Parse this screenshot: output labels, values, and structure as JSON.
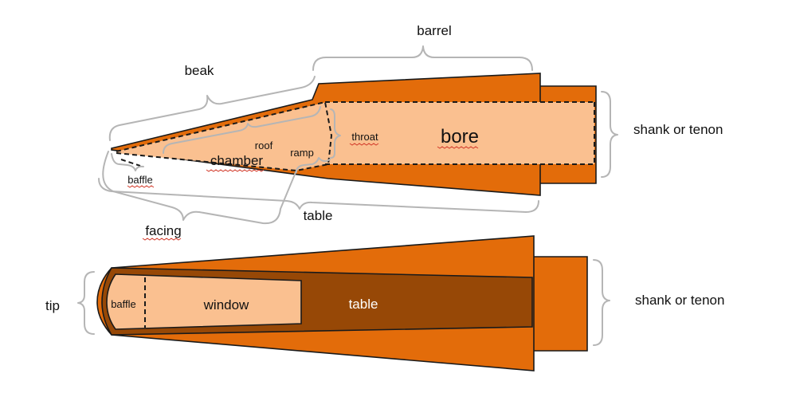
{
  "side_view": {
    "labels": {
      "barrel": "barrel",
      "beak": "beak",
      "shank": "shank or tenon",
      "bore": "bore",
      "throat": "throat",
      "roof": "roof",
      "chamber": "chamber",
      "ramp": "ramp",
      "baffle": "baffle",
      "facing": "facing",
      "table": "table"
    }
  },
  "top_view": {
    "labels": {
      "tip": "tip",
      "baffle": "baffle",
      "window": "window",
      "table": "table",
      "shank": "shank or tenon"
    }
  },
  "colors": {
    "body": "#e36c0a",
    "interior": "#fac090",
    "table_dark": "#974806",
    "outline": "#1a1a1a",
    "brace": "#b5b5b5"
  }
}
